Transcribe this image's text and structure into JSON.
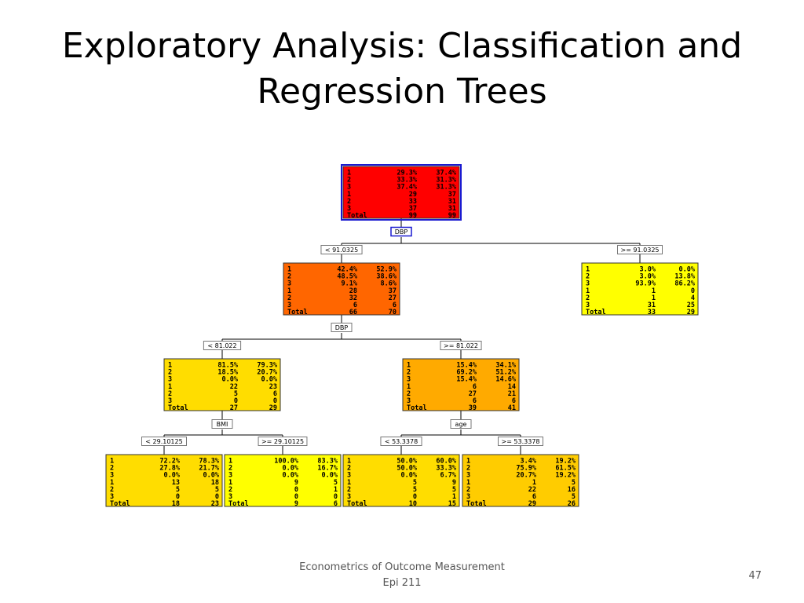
{
  "slide": {
    "title": "Exploratory Analysis: Classification and Regression Trees",
    "footer_line1": "Econometrics of Outcome Measurement",
    "footer_line2": "Epi 211",
    "page_number": "47"
  },
  "tree": {
    "nodes": [
      {
        "id": "root",
        "color": "#ff0000",
        "highlight": true,
        "rows": [
          [
            "1",
            "29.3%",
            "37.4%"
          ],
          [
            "2",
            "33.3%",
            "31.3%"
          ],
          [
            "3",
            "37.4%",
            "31.3%"
          ],
          [
            "1",
            "29",
            "37"
          ],
          [
            "2",
            "33",
            "31"
          ],
          [
            "3",
            "37",
            "31"
          ],
          [
            "Total",
            "99",
            "99"
          ]
        ]
      },
      {
        "id": "n-lt-91",
        "color": "#ff6600",
        "highlight": false,
        "rows": [
          [
            "1",
            "42.4%",
            "52.9%"
          ],
          [
            "2",
            "48.5%",
            "38.6%"
          ],
          [
            "3",
            "9.1%",
            "8.6%"
          ],
          [
            "1",
            "28",
            "37"
          ],
          [
            "2",
            "32",
            "27"
          ],
          [
            "3",
            "6",
            "6"
          ],
          [
            "Total",
            "66",
            "70"
          ]
        ]
      },
      {
        "id": "n-ge-91",
        "color": "#ffff00",
        "highlight": false,
        "rows": [
          [
            "1",
            "3.0%",
            "0.0%"
          ],
          [
            "2",
            "3.0%",
            "13.8%"
          ],
          [
            "3",
            "93.9%",
            "86.2%"
          ],
          [
            "1",
            "1",
            "0"
          ],
          [
            "2",
            "1",
            "4"
          ],
          [
            "3",
            "31",
            "25"
          ],
          [
            "Total",
            "33",
            "29"
          ]
        ]
      },
      {
        "id": "n-lt-81",
        "color": "#ffdd00",
        "highlight": false,
        "rows": [
          [
            "1",
            "81.5%",
            "79.3%"
          ],
          [
            "2",
            "18.5%",
            "20.7%"
          ],
          [
            "3",
            "0.0%",
            "0.0%"
          ],
          [
            "1",
            "22",
            "23"
          ],
          [
            "2",
            "5",
            "6"
          ],
          [
            "3",
            "0",
            "0"
          ],
          [
            "Total",
            "27",
            "29"
          ]
        ]
      },
      {
        "id": "n-ge-81",
        "color": "#ffaa00",
        "highlight": false,
        "rows": [
          [
            "1",
            "15.4%",
            "34.1%"
          ],
          [
            "2",
            "69.2%",
            "51.2%"
          ],
          [
            "3",
            "15.4%",
            "14.6%"
          ],
          [
            "1",
            "6",
            "14"
          ],
          [
            "2",
            "27",
            "21"
          ],
          [
            "3",
            "6",
            "6"
          ],
          [
            "Total",
            "39",
            "41"
          ]
        ]
      },
      {
        "id": "n-bmi-lt",
        "color": "#ffdd00",
        "highlight": false,
        "rows": [
          [
            "1",
            "72.2%",
            "78.3%"
          ],
          [
            "2",
            "27.8%",
            "21.7%"
          ],
          [
            "3",
            "0.0%",
            "0.0%"
          ],
          [
            "1",
            "13",
            "18"
          ],
          [
            "2",
            "5",
            "5"
          ],
          [
            "3",
            "0",
            "0"
          ],
          [
            "Total",
            "18",
            "23"
          ]
        ]
      },
      {
        "id": "n-bmi-ge",
        "color": "#ffff00",
        "highlight": false,
        "rows": [
          [
            "1",
            "100.0%",
            "83.3%"
          ],
          [
            "2",
            "0.0%",
            "16.7%"
          ],
          [
            "3",
            "0.0%",
            "0.0%"
          ],
          [
            "1",
            "9",
            "5"
          ],
          [
            "2",
            "0",
            "1"
          ],
          [
            "3",
            "0",
            "0"
          ],
          [
            "Total",
            "9",
            "6"
          ]
        ]
      },
      {
        "id": "n-age-lt",
        "color": "#ffdd00",
        "highlight": false,
        "rows": [
          [
            "1",
            "50.0%",
            "60.0%"
          ],
          [
            "2",
            "50.0%",
            "33.3%"
          ],
          [
            "3",
            "0.0%",
            "6.7%"
          ],
          [
            "1",
            "5",
            "9"
          ],
          [
            "2",
            "5",
            "5"
          ],
          [
            "3",
            "0",
            "1"
          ],
          [
            "Total",
            "10",
            "15"
          ]
        ]
      },
      {
        "id": "n-age-ge",
        "color": "#ffcc00",
        "highlight": false,
        "rows": [
          [
            "1",
            "3.4%",
            "19.2%"
          ],
          [
            "2",
            "75.9%",
            "61.5%"
          ],
          [
            "3",
            "20.7%",
            "19.2%"
          ],
          [
            "1",
            "1",
            "5"
          ],
          [
            "2",
            "22",
            "16"
          ],
          [
            "3",
            "6",
            "5"
          ],
          [
            "Total",
            "29",
            "26"
          ]
        ]
      }
    ],
    "split_labels": [
      {
        "id": "split-dbp-1",
        "text": "DBP",
        "selected": true
      },
      {
        "id": "split-dbp-2",
        "text": "DBP",
        "selected": false
      },
      {
        "id": "split-bmi",
        "text": "BMI",
        "selected": false
      },
      {
        "id": "split-age",
        "text": "age",
        "selected": false
      }
    ],
    "branch_labels": [
      {
        "id": "br-lt-91",
        "text": "< 91.0325"
      },
      {
        "id": "br-ge-91",
        "text": ">= 91.0325"
      },
      {
        "id": "br-lt-81",
        "text": "< 81.022"
      },
      {
        "id": "br-ge-81",
        "text": ">= 81.022"
      },
      {
        "id": "br-lt-bmi",
        "text": "< 29.10125"
      },
      {
        "id": "br-ge-bmi",
        "text": ">= 29.10125"
      },
      {
        "id": "br-lt-age",
        "text": "< 53.3378"
      },
      {
        "id": "br-ge-age",
        "text": ">= 53.3378"
      }
    ]
  }
}
